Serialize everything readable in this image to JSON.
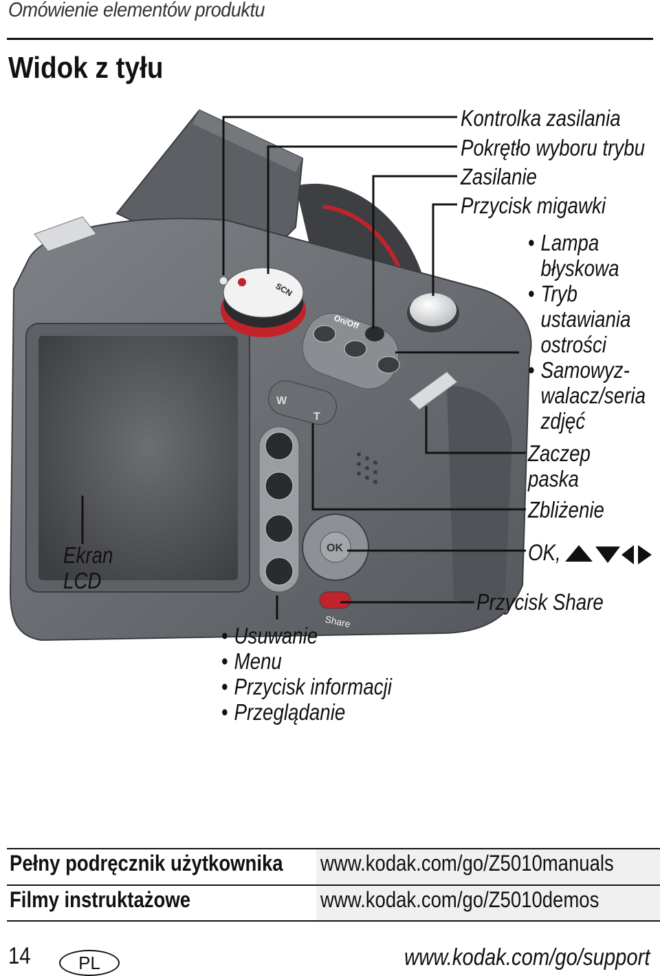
{
  "header": {
    "title": "Omówienie elementów produktu"
  },
  "section": {
    "title": "Widok z tyłu"
  },
  "callouts": {
    "right": {
      "power_light": "Kontrolka zasilania",
      "mode_dial": "Pokrętło wyboru trybu",
      "power": "Zasilanie",
      "shutter": "Przycisk migawki",
      "flash_lines": [
        "Lampa",
        "błyskowa"
      ],
      "focus_lines": [
        "Tryb",
        "ustawiania",
        "ostrości"
      ],
      "self_timer_lines": [
        "Samowyz-",
        "walacz/seria",
        "zdjęć"
      ],
      "strap_lines": [
        "Zaczep",
        "paska"
      ],
      "zoom": "Zbliżenie",
      "ok": "OK,",
      "share": "Przycisk Share"
    },
    "left": {
      "lcd_lines": [
        "Ekran",
        "LCD"
      ]
    },
    "bottom": {
      "delete": "Usuwanie",
      "menu": "Menu",
      "info": "Przycisk informacji",
      "review": "Przeglądanie"
    }
  },
  "camera": {
    "labels": {
      "onoff": "On/Off",
      "w": "W",
      "t": "T",
      "ok": "OK",
      "share": "Share",
      "scn": "SCN"
    }
  },
  "links_table": {
    "rows": [
      {
        "label": "Pełny podręcznik użytkownika",
        "url": "www.kodak.com/go/Z5010manuals"
      },
      {
        "label": "Filmy instruktażowe",
        "url": "www.kodak.com/go/Z5010demos"
      }
    ]
  },
  "footer": {
    "page_number": "14",
    "language_badge": "PL",
    "support_url": "www.kodak.com/go/support"
  }
}
